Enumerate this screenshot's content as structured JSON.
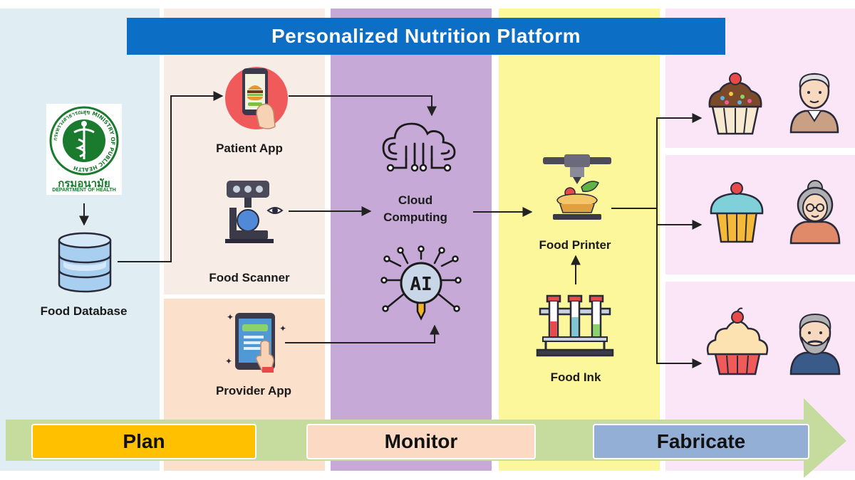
{
  "title": "Personalized Nutrition Platform",
  "logo": {
    "ring_text": "กระทรวงสาธารณสุข MINISTRY OF PUBLIC HEALTH",
    "thai_name": "กรมอนามัย",
    "english_name": "DEPARTMENT OF HEALTH"
  },
  "nodes": {
    "food_database": "Food Database",
    "patient_app": "Patient App",
    "food_scanner": "Food Scanner",
    "provider_app": "Provider App",
    "cloud_computing_line1": "Cloud",
    "cloud_computing_line2": "Computing",
    "ai_chip": "AI",
    "food_printer": "Food Printer",
    "food_ink": "Food Ink"
  },
  "phases": [
    "Plan",
    "Monitor",
    "Fabricate"
  ],
  "colors": {
    "title_bar": "#0c6ec4",
    "plan_bg": "#e0eef3",
    "monitor_left_bg": "#f7ece6",
    "monitor_bottom_bg": "#fbe0cc",
    "cloud_bg": "#c6a9d6",
    "printer_bg": "#fbf79a",
    "output_bg": "#fbe6f8",
    "plan_label": "#ffc000",
    "monitor_label": "#fbd9c3",
    "fabricate_label": "#93afd6",
    "arrow_band": "#c6dc9f"
  }
}
